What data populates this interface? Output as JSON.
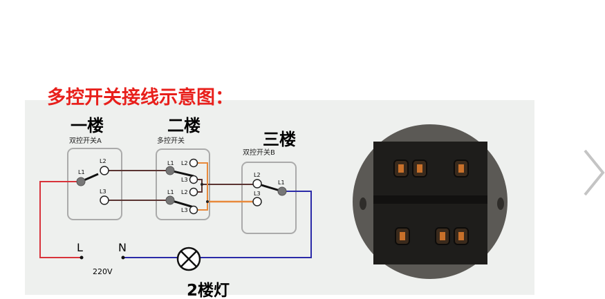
{
  "title": "多控开关接线示意图：",
  "colors": {
    "title": "#e8201c",
    "live": "#d8323a",
    "neutral": "#2a2aa8",
    "traveler_brown": "#5a3432",
    "traveler_orange": "#e8893a",
    "panel": "#eef0ee"
  },
  "floors": {
    "first": "一楼",
    "second": "二楼",
    "third": "三楼"
  },
  "switches": {
    "a": {
      "label": "双控开关A",
      "terminals": [
        "L1",
        "L2",
        "L3"
      ]
    },
    "multi": {
      "label": "多控开关",
      "terminals": [
        "L1",
        "L2",
        "L3",
        "L2",
        "L1",
        "L3"
      ]
    },
    "b": {
      "label": "双控开关B",
      "terminals": [
        "L2",
        "L3",
        "L1"
      ]
    }
  },
  "supply": {
    "live": "L",
    "neutral": "N",
    "voltage": "220V"
  },
  "lamp": {
    "label": "2楼灯",
    "icon": "lamp-icon"
  },
  "nav": {
    "icon": "chevron-right-icon"
  }
}
